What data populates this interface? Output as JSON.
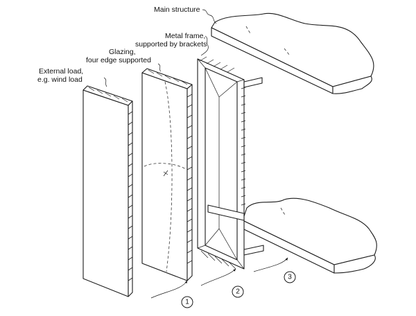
{
  "labels": {
    "main_structure": "Main structure",
    "metal_frame_1": "Metal frame,",
    "metal_frame_2": "supported by brackets",
    "glazing_1": "Glazing,",
    "glazing_2": "four edge supported",
    "external_load_1": "External load,",
    "external_load_2": "e.g. wind load"
  },
  "steps": [
    "1",
    "2",
    "3"
  ]
}
